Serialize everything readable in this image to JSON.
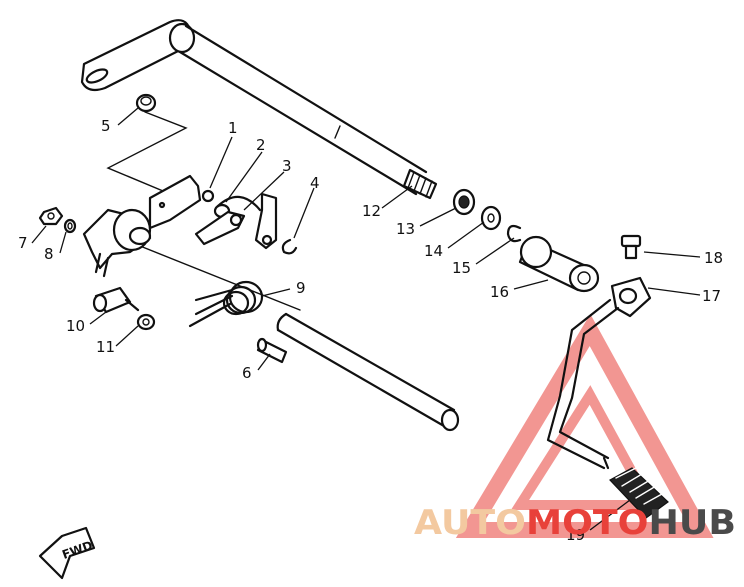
{
  "callouts": [
    {
      "id": "1",
      "label": "1"
    },
    {
      "id": "2",
      "label": "2"
    },
    {
      "id": "3",
      "label": "3"
    },
    {
      "id": "4",
      "label": "4"
    },
    {
      "id": "5",
      "label": "5"
    },
    {
      "id": "6",
      "label": "6"
    },
    {
      "id": "7",
      "label": "7"
    },
    {
      "id": "8",
      "label": "8"
    },
    {
      "id": "9",
      "label": "9"
    },
    {
      "id": "10",
      "label": "10"
    },
    {
      "id": "11",
      "label": "11"
    },
    {
      "id": "12",
      "label": "12"
    },
    {
      "id": "13",
      "label": "13"
    },
    {
      "id": "14",
      "label": "14"
    },
    {
      "id": "15",
      "label": "15"
    },
    {
      "id": "16",
      "label": "16"
    },
    {
      "id": "17",
      "label": "17"
    },
    {
      "id": "18",
      "label": "18"
    },
    {
      "id": "19",
      "label": "19"
    }
  ],
  "fwd_marker": {
    "label": "FWD"
  },
  "watermark": {
    "part1": "AUTO",
    "part2": "MOTO",
    "part3": "HUB",
    "color_light": "#f3c9a0",
    "color_red": "#e8413a",
    "color_dark": "#4a4a4a"
  }
}
